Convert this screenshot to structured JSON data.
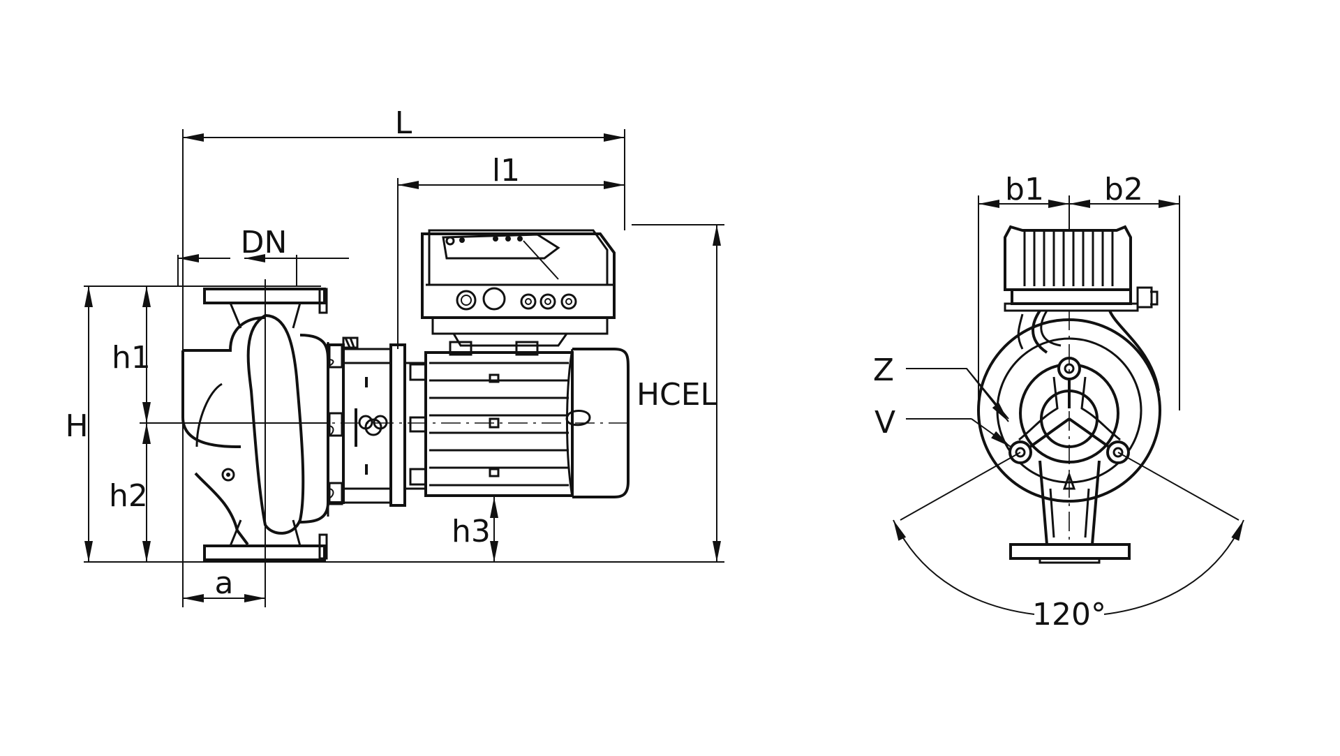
{
  "labels": {
    "L": "L",
    "l1": "l1",
    "DN": "DN",
    "HCEL": "HCEL",
    "H": "H",
    "h1": "h1",
    "h2": "h2",
    "h3": "h3",
    "a": "a",
    "b1": "b1",
    "b2": "b2",
    "Z": "Z",
    "V": "V",
    "angle": "120°"
  },
  "colors": {
    "line": "#111111",
    "background": "#ffffff"
  }
}
